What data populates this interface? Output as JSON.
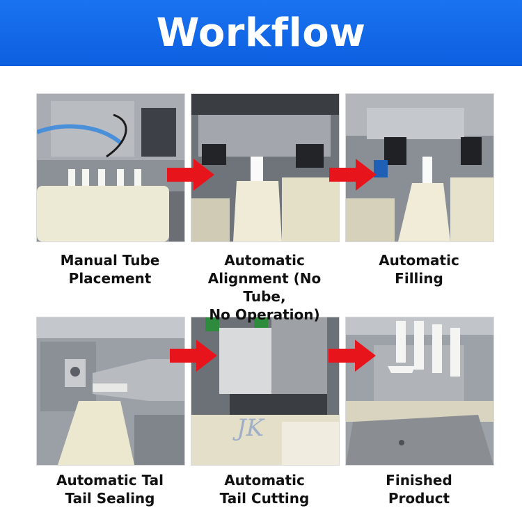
{
  "header": {
    "title": "Workflow"
  },
  "steps": [
    {
      "caption_line1": "Manual Tube",
      "caption_line2": "Placement",
      "caption_line3": ""
    },
    {
      "caption_line1": "Automatic",
      "caption_line2": "Alignment (No Tube,",
      "caption_line3": "No Operation)"
    },
    {
      "caption_line1": "Automatic",
      "caption_line2": "Filling",
      "caption_line3": ""
    },
    {
      "caption_line1": "Automatic Tal",
      "caption_line2": "Tail Sealing",
      "caption_line3": ""
    },
    {
      "caption_line1": "Automatic",
      "caption_line2": "Tail Cutting",
      "caption_line3": ""
    },
    {
      "caption_line1": "Finished",
      "caption_line2": "Product",
      "caption_line3": ""
    }
  ],
  "watermark": "JK",
  "colors": {
    "banner": "#1464ec",
    "arrow": "#e8141b",
    "caption": "#111111"
  }
}
